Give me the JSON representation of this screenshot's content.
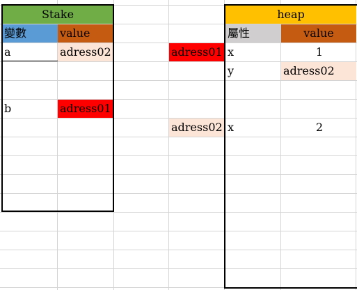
{
  "stack_table": {
    "title": "Stake",
    "headers": [
      "變數",
      "value"
    ],
    "rows": [
      {
        "name": "a",
        "value": "adress02"
      },
      {
        "name": "b",
        "value": "adress01"
      }
    ]
  },
  "addresses": [
    "adress01",
    "adress02"
  ],
  "heap_table": {
    "title": "heap",
    "headers": [
      "屬性",
      "value"
    ],
    "rows": [
      {
        "name": "x",
        "value": "1"
      },
      {
        "name": "y",
        "value": "adress02"
      },
      {
        "name": "x",
        "value": "2"
      }
    ]
  },
  "colors": {
    "green": "#70ad47",
    "blue": "#5b9bd5",
    "orange": "#c55a11",
    "gold": "#ffc000",
    "gray": "#d0cece",
    "red": "#ff0000",
    "peach": "#fce4d6",
    "grid": "#d4d4d4"
  }
}
